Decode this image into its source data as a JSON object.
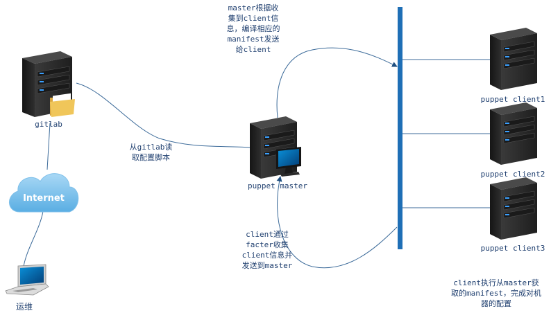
{
  "nodes": {
    "gitlab": "gitlab",
    "internet": "Internet",
    "ops": "运维",
    "master": "puppet master",
    "client1": "puppet client1",
    "client2": "puppet client2",
    "client3": "puppet client3"
  },
  "notes": {
    "master_compile": [
      "master根据收",
      "集到client信",
      "息，编译相应的",
      "manifest发送",
      "给client"
    ],
    "read_gitlab": [
      "从gitlab读",
      "取配置脚本"
    ],
    "facter": [
      "client通过",
      "facter收集",
      "client信息并",
      "发送到master"
    ],
    "client_apply": [
      "client执行从master获",
      "取的manifest，完成对机",
      "器的配置"
    ]
  },
  "colors": {
    "line": "#3b6a99",
    "bus": "#1f6fb6",
    "server": "#2b2b2b",
    "cloud": "#8cc6ee",
    "text": "#1f3f6f"
  }
}
